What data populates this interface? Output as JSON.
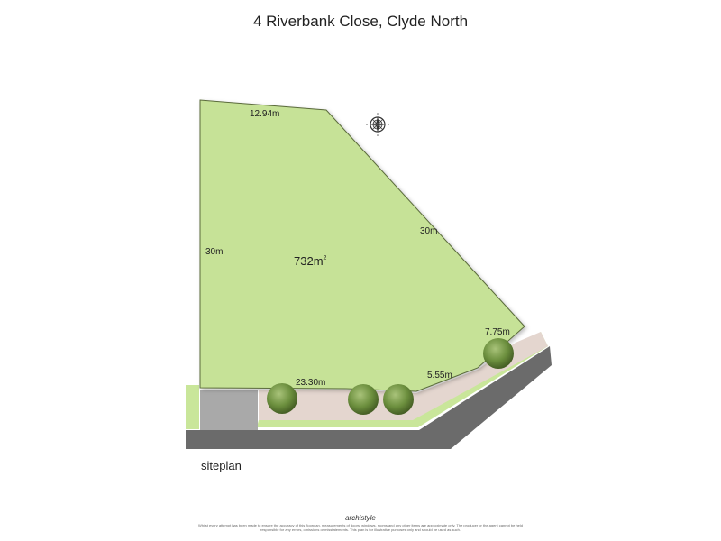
{
  "title": "4 Riverbank Close, Clyde North",
  "site": {
    "area_value": "732m",
    "area_unit_sup": "2",
    "dimensions": {
      "top": "12.94m",
      "left": "30m",
      "right_diagonal": "30m",
      "bottom": "23.30m",
      "bottom_mid": "5.55m",
      "bottom_right": "7.75m"
    }
  },
  "caption": "siteplan",
  "brand": "archistyle",
  "disclaimer": "Whilst every attempt has been made to ensure the accuracy of this floorplan, measurements of doors, windows, rooms and any other items are approximate only. The producer or the agent cannot be held responsible for any errors, omissions or misstatements. This plan is for illustrative purposes only and should be used as such.",
  "colors": {
    "lot": "#c6e297",
    "lot_outline": "#5a6b3a",
    "nature_strip": "#c9e69a",
    "footpath": "#e4d6cf",
    "road": "#6b6b6b",
    "driveway": "#a9a9a9",
    "tree": "#6c8f3e"
  },
  "icons": {
    "compass": "compass-rose-icon"
  }
}
